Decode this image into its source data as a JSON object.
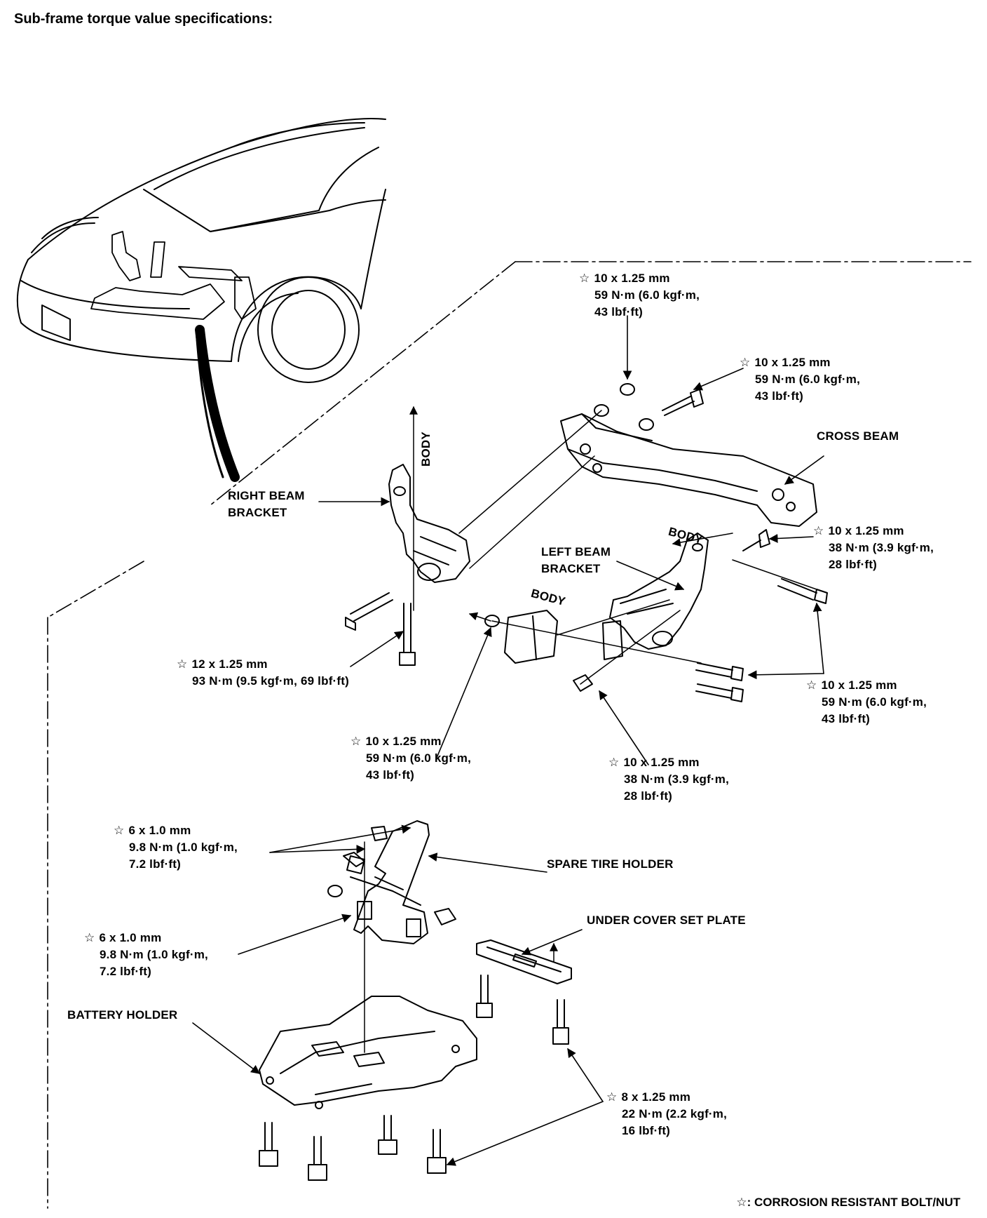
{
  "title": "Sub-frame torque value specifications:",
  "star_symbol": "☆",
  "labels": {
    "cross_beam": "CROSS BEAM",
    "right_beam_bracket_1": "RIGHT BEAM",
    "right_beam_bracket_2": "BRACKET",
    "left_beam_bracket_1": "LEFT BEAM",
    "left_beam_bracket_2": "BRACKET",
    "body": "BODY",
    "spare_tire_holder": "SPARE TIRE HOLDER",
    "under_cover_set_plate": "UNDER COVER SET PLATE",
    "battery_holder": "BATTERY HOLDER"
  },
  "specs": {
    "top_nut": [
      "10 x 1.25 mm",
      "59 N·m (6.0 kgf·m,",
      "43 lbf·ft)"
    ],
    "top_bolt": [
      "10 x 1.25 mm",
      "59 N·m (6.0 kgf·m,",
      "43 lbf·ft)"
    ],
    "left_bracket_top": [
      "10 x 1.25 mm",
      "38 N·m (3.9 kgf·m,",
      "28 lbf·ft)"
    ],
    "right_bracket_lower": [
      "12 x 1.25 mm",
      "93 N·m (9.5 kgf·m, 69 lbf·ft)"
    ],
    "left_bracket_lower_right": [
      "10 x 1.25 mm",
      "59 N·m (6.0 kgf·m,",
      "43 lbf·ft)"
    ],
    "center_nut": [
      "10 x 1.25 mm",
      "59 N·m (6.0 kgf·m,",
      "43 lbf·ft)"
    ],
    "left_bracket_lower_center": [
      "10 x 1.25 mm",
      "38 N·m (3.9 kgf·m,",
      "28 lbf·ft)"
    ],
    "spare_holder_bolt": [
      "6 x 1.0 mm",
      "9.8 N·m (1.0 kgf·m,",
      "7.2 lbf·ft)"
    ],
    "spare_holder_nut": [
      "6 x 1.0 mm",
      "9.8 N·m (1.0 kgf·m,",
      "7.2 lbf·ft)"
    ],
    "battery_bolts": [
      "8 x 1.25 mm",
      "22 N·m (2.2 kgf·m,",
      "16 lbf·ft)"
    ]
  },
  "footnote": "☆: CORROSION RESISTANT BOLT/NUT"
}
